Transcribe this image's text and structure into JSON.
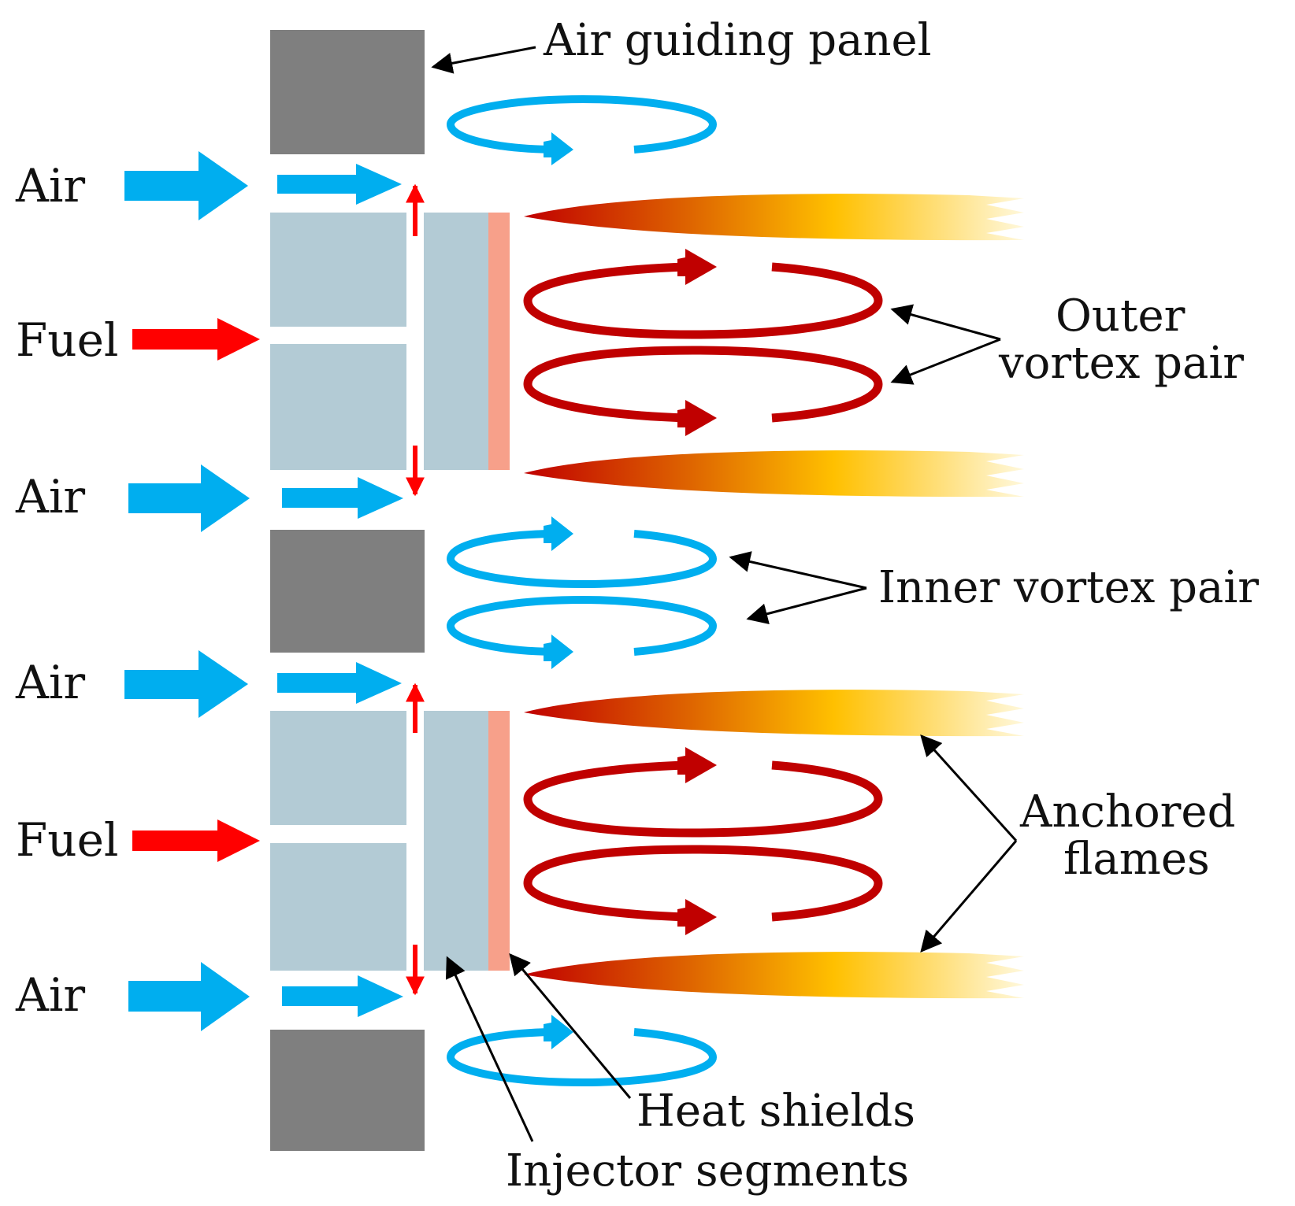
{
  "labels": {
    "air": "Air",
    "fuel": "Fuel",
    "air_guiding_panel": "Air guiding panel",
    "outer_vortex_pair_line1": "Outer",
    "outer_vortex_pair_line2": "vortex pair",
    "inner_vortex_pair": "Inner vortex pair",
    "anchored_flames_line1": "Anchored",
    "anchored_flames_line2": "flames",
    "heat_shields": "Heat shields",
    "injector_segments": "Injector segments"
  },
  "colors": {
    "air": "#00AEEF",
    "fuel": "#FF0000",
    "panel": "#7F7F7F",
    "injector": "#B3CBD5",
    "heat_shield": "#F7A08A",
    "vortex_outer": "#C00000",
    "vortex_inner": "#00AEEF",
    "flame_start": "#C00000",
    "flame_mid": "#FFC000",
    "flame_end": "#FFF8DC"
  },
  "icons": {
    "air_arrow": "arrow-right-icon",
    "fuel_arrow": "arrow-right-icon",
    "annotation_arrow": "arrow-pointer-icon"
  }
}
